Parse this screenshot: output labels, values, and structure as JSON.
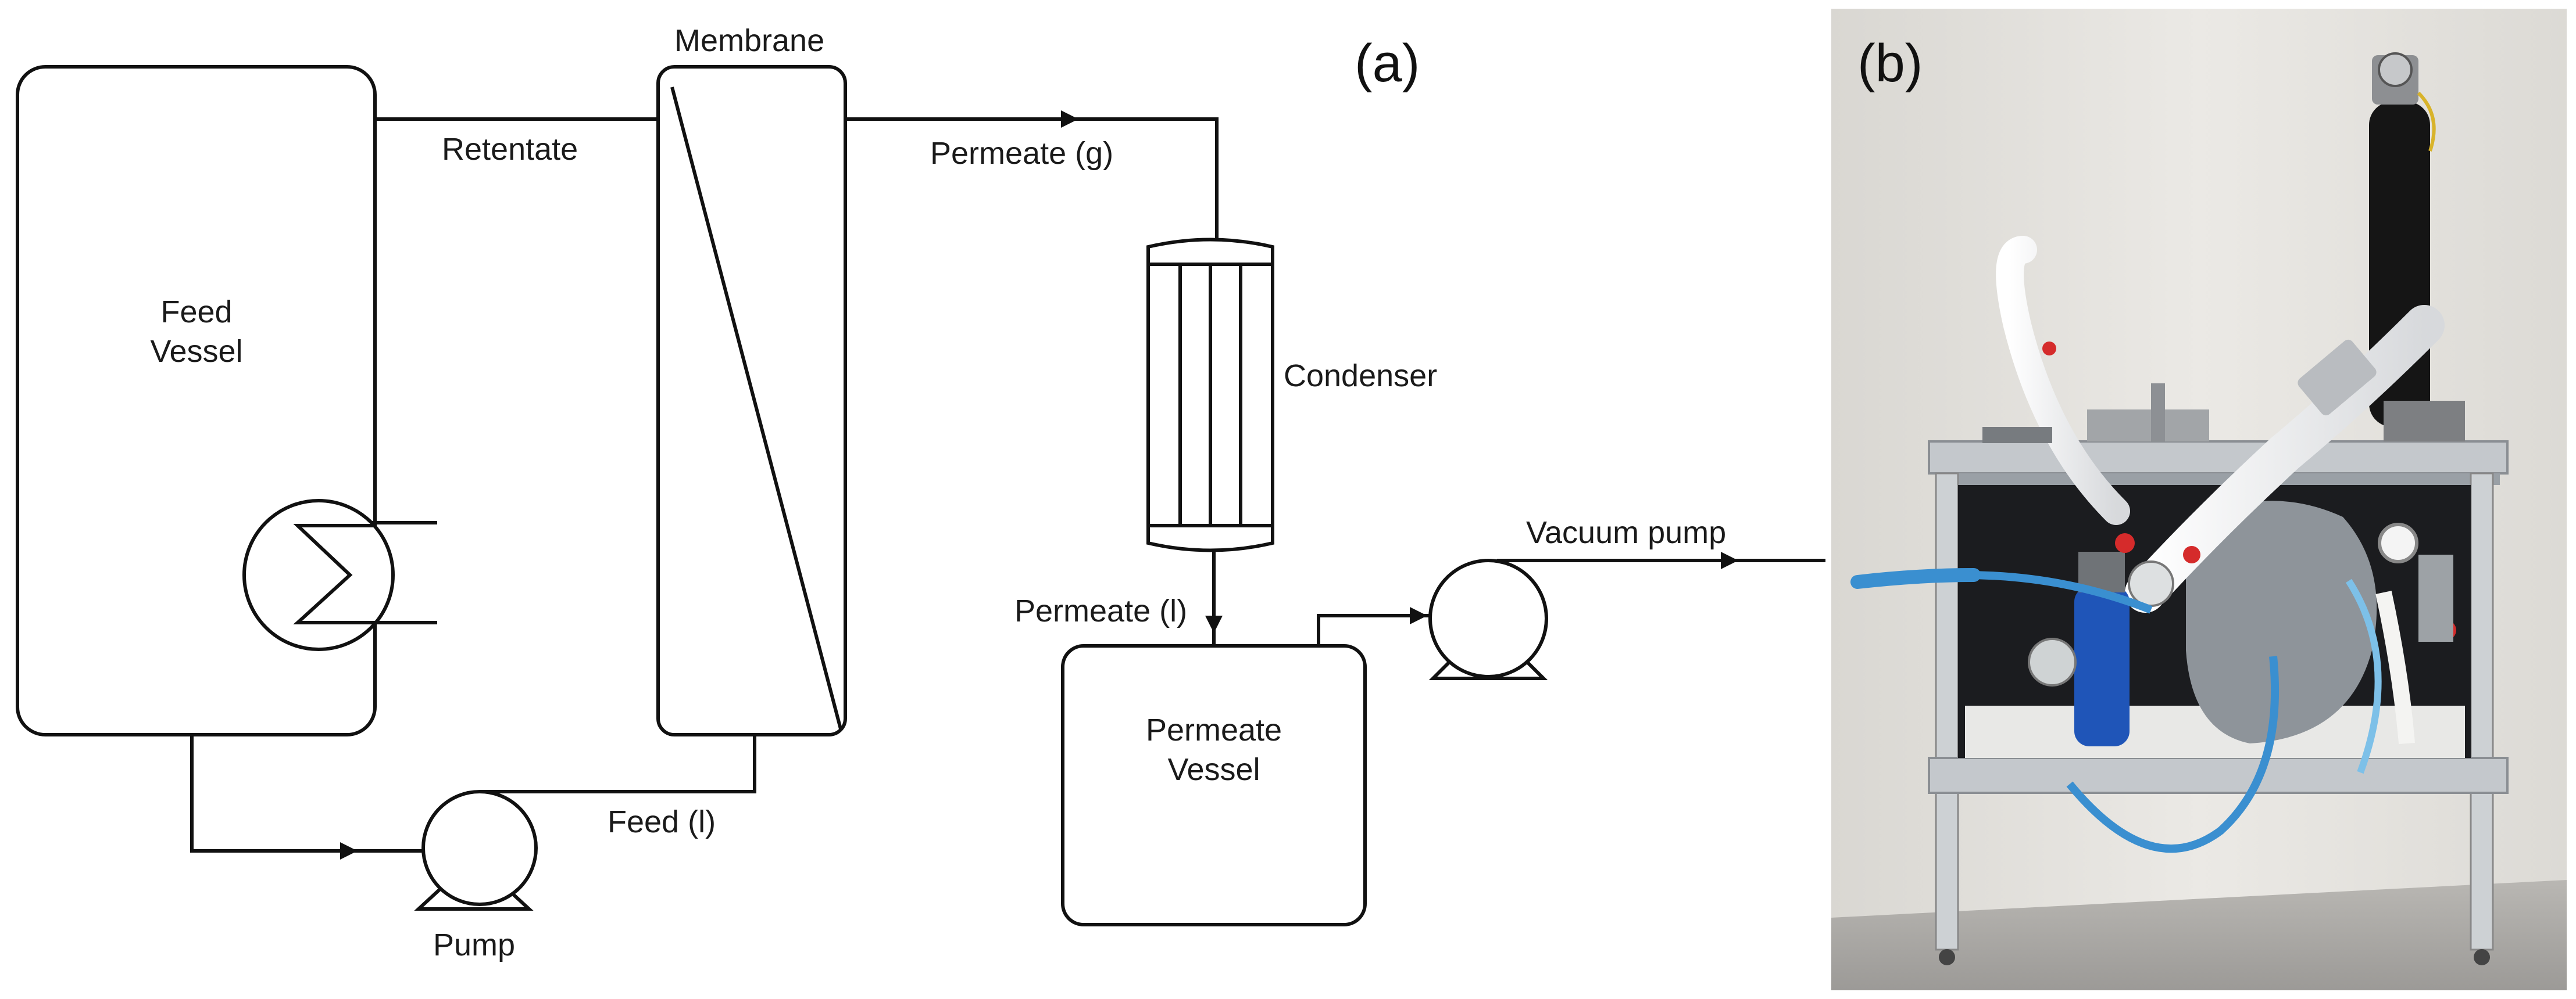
{
  "panels": {
    "a": "(a)",
    "b": "(b)"
  },
  "labels": {
    "membrane": "Membrane",
    "retentate": "Retentate",
    "permeate_g": "Permeate (g)",
    "feed_vessel_1": "Feed",
    "feed_vessel_2": "Vessel",
    "condenser": "Condenser",
    "vacuum_pump": "Vacuum pump",
    "permeate_l": "Permeate (l)",
    "permeate_vessel_1": "Permeate",
    "permeate_vessel_2": "Vessel",
    "feed_l": "Feed (l)",
    "pump": "Pump"
  },
  "colors": {
    "line": "#111111",
    "wall": "#e4e2dd",
    "floor": "#aeacaa",
    "frame": "#cfd3d6",
    "hose_blue": "#3a8fd0",
    "cylinder_blue": "#1f55b8",
    "insulation": "#f2f2f0",
    "valve_red": "#d52b2b"
  },
  "icons": [
    "heat-exchanger-icon",
    "pump-icon",
    "vacuum-pump-icon",
    "arrow-icon"
  ]
}
